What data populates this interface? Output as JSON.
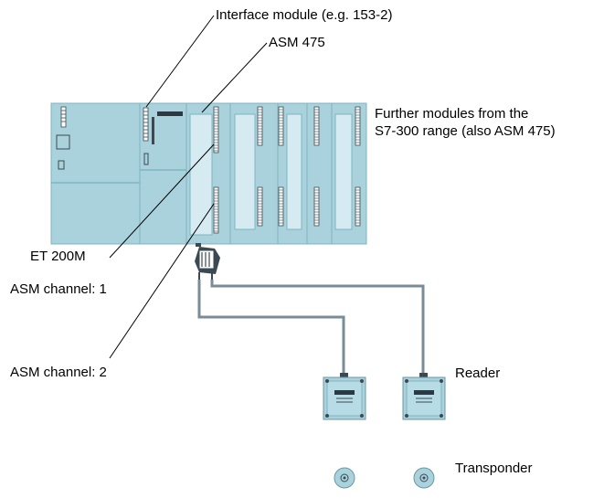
{
  "labels": {
    "interface_module": "Interface module (e.g. 153-2)",
    "asm475": "ASM 475",
    "further_modules_line1": "Further modules from the",
    "further_modules_line2": "S7-300 range (also ASM 475)",
    "et200m": "ET 200M",
    "asm_channel_1": "ASM channel: 1",
    "asm_channel_2": "ASM channel: 2",
    "reader": "Reader",
    "transponder": "Transponder"
  },
  "colors": {
    "module_fill": "#a9d2dc",
    "module_edge": "#7fb4c1",
    "window_fill": "#d5ebf1",
    "connector_dark": "#3b4a52",
    "cable": "#7a8d96",
    "line": "#000000"
  },
  "icons": [
    "module-rack",
    "cable-plug-icon",
    "reader-device",
    "transponder-icon"
  ]
}
